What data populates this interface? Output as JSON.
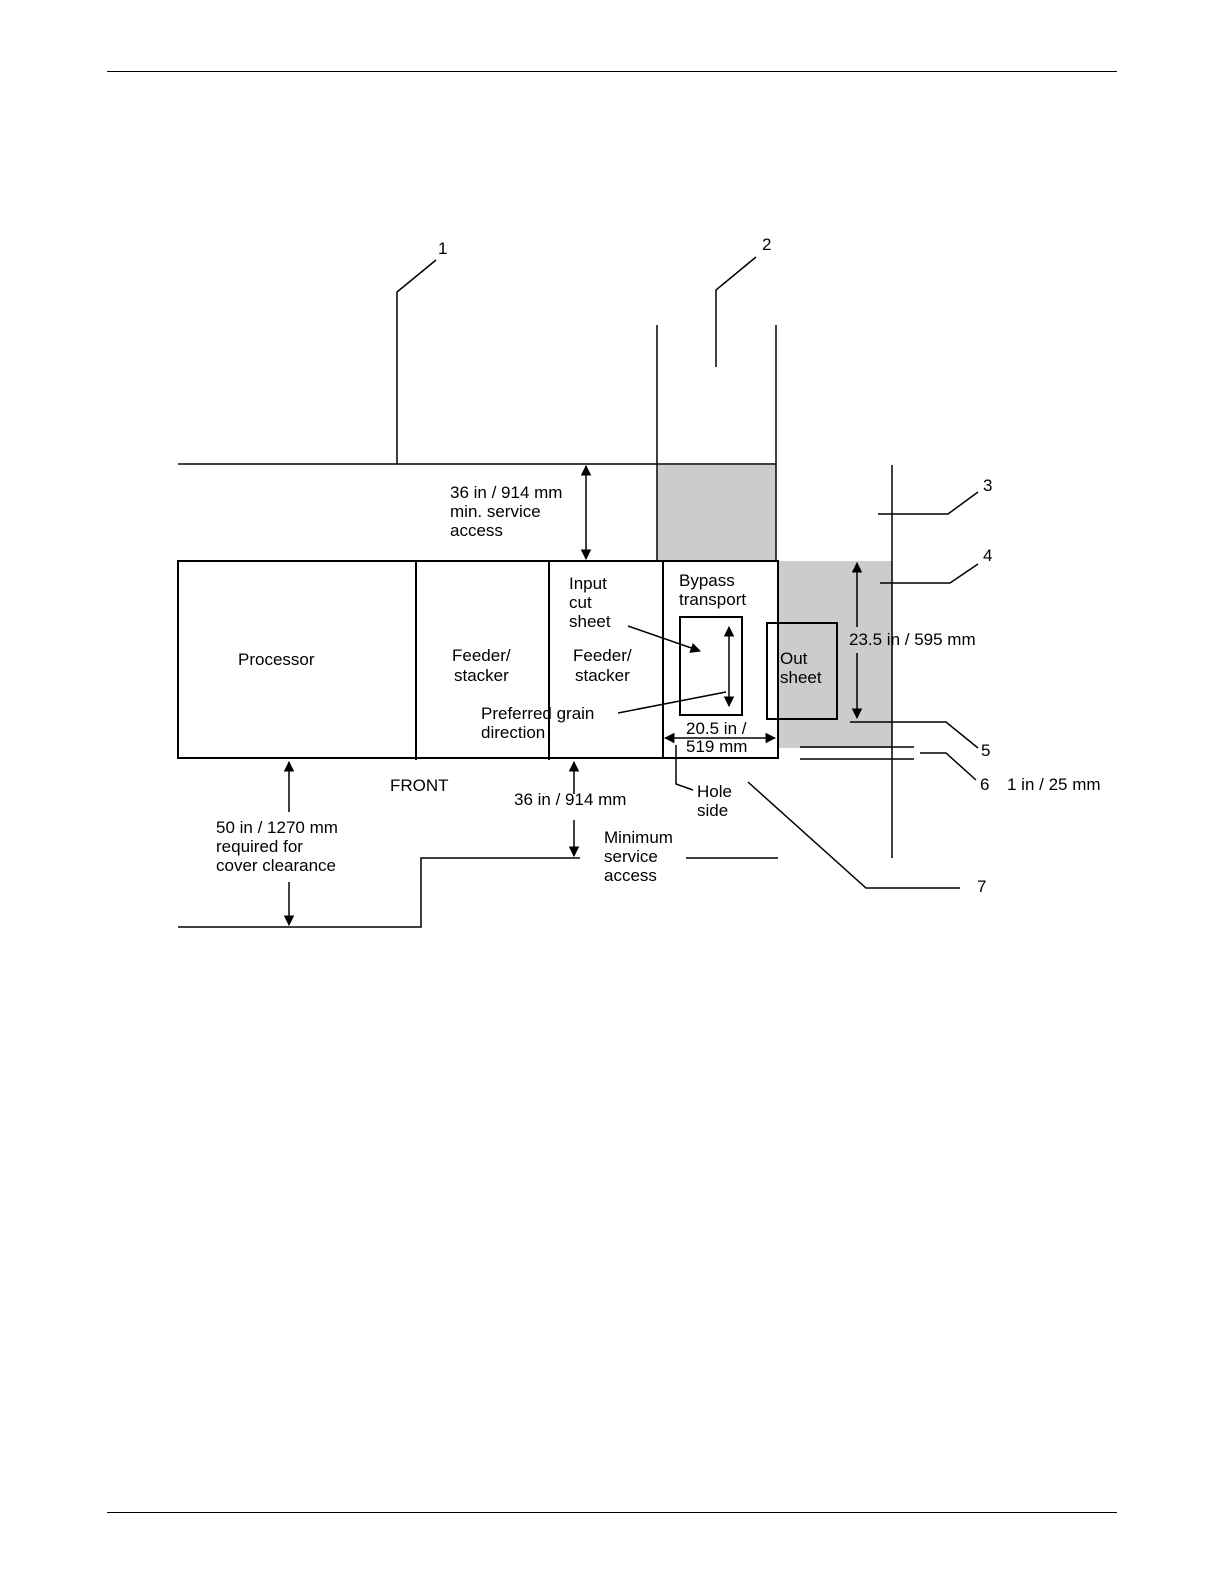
{
  "colors": {
    "line": "#000000",
    "shaded_area": "#cccccc",
    "background": "#ffffff"
  },
  "callouts": [
    "1",
    "2",
    "3",
    "4",
    "5",
    "6",
    "7"
  ],
  "labels": {
    "processor": "Processor",
    "feeder_1": [
      "Feeder/",
      "stacker"
    ],
    "feeder_2": [
      "Feeder/",
      "stacker"
    ],
    "input_cut_sheet": [
      "Input",
      "cut",
      "sheet"
    ],
    "bypass_transport": [
      "Bypass",
      "transport"
    ],
    "out_sheet": [
      "Out",
      "sheet"
    ],
    "grain": [
      "Preferred grain",
      "direction"
    ],
    "hole_side": [
      "Hole",
      "side"
    ],
    "front": "FRONT",
    "rear_access": [
      "36 in / 914 mm",
      "min. service",
      "access"
    ],
    "front_access": "36 in / 914 mm",
    "min_service": [
      "Minimum",
      "service",
      "access"
    ],
    "cover_clearance": [
      "50 in / 1270 mm",
      "required for",
      "cover clearance"
    ],
    "bypass_width": [
      "20.5 in /",
      "519 mm"
    ],
    "out_depth": "23.5 in / 595 mm",
    "gap": "1 in / 25 mm"
  }
}
